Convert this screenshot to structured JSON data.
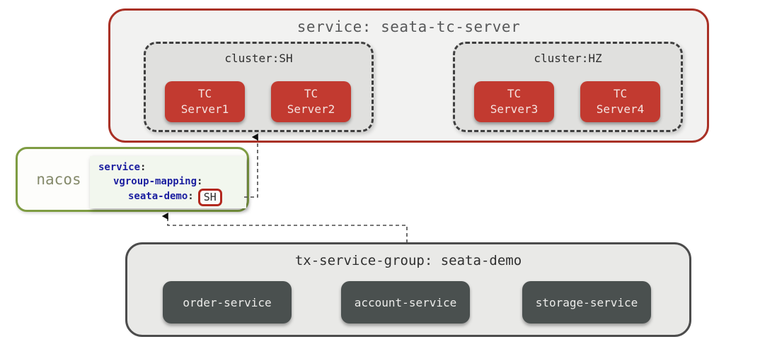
{
  "tc_group": {
    "title": "service: seata-tc-server",
    "clusters": [
      {
        "label": "cluster:SH",
        "servers": [
          {
            "name": "TC\nServer1"
          },
          {
            "name": "TC\nServer2"
          }
        ]
      },
      {
        "label": "cluster:HZ",
        "servers": [
          {
            "name": "TC\nServer3"
          },
          {
            "name": "TC\nServer4"
          }
        ]
      }
    ]
  },
  "nacos": {
    "label": "nacos",
    "config_lines": [
      {
        "key": "service",
        "colon": ":"
      },
      {
        "key": "vgroup-mapping",
        "colon": ":"
      },
      {
        "key": "seata-demo",
        "colon": ":",
        "value": "SH"
      }
    ]
  },
  "service_group": {
    "title": "tx-service-group: seata-demo",
    "services": [
      {
        "name": "order-service"
      },
      {
        "name": "account-service"
      },
      {
        "name": "storage-service"
      }
    ]
  },
  "connections": [
    {
      "from": "sh-mapping-value",
      "to": "cluster-sh",
      "style": "dashed-arrow"
    },
    {
      "from": "tx-service-group",
      "to": "nacos-config",
      "style": "dashed-arrow"
    }
  ],
  "colors": {
    "red_border": "#a93126",
    "red_node": "#c23a30",
    "green_border": "#7e9c42",
    "navy_key": "#1c1fa0",
    "dark_node": "#4a504f",
    "light_panel": "#f2f2f1",
    "cluster_panel": "#e0e0de",
    "group_panel": "#e9e9e7",
    "code_panel": "#f2f7ee"
  }
}
